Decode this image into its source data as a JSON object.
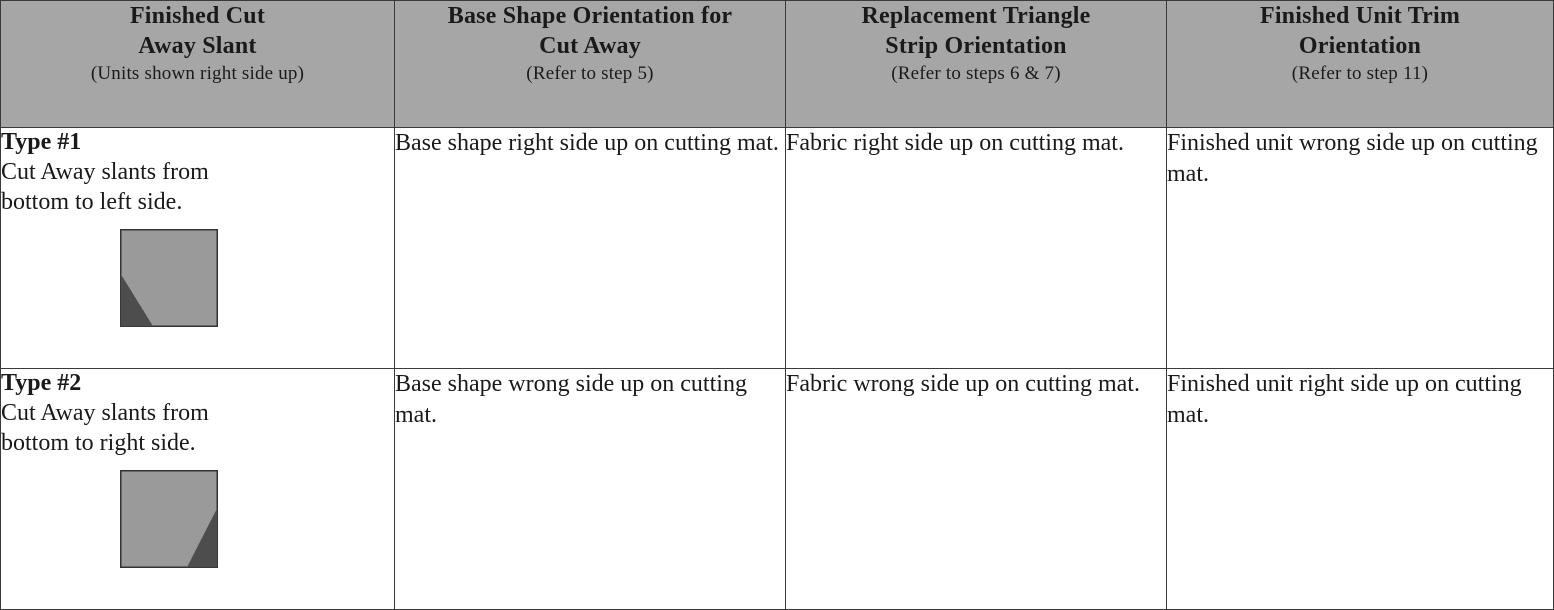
{
  "table": {
    "headers": [
      {
        "line1": "Finished Cut",
        "line2": "Away Slant",
        "note": "(Units shown right side up)"
      },
      {
        "line1": "Base Shape Orientation for",
        "line2": "Cut Away",
        "note": "(Refer to step 5)"
      },
      {
        "line1": "Replacement Triangle",
        "line2": "Strip Orientation",
        "note": "(Refer to steps 6 & 7)"
      },
      {
        "line1": "Finished Unit Trim",
        "line2": "Orientation",
        "note": "(Refer to step 11)"
      }
    ],
    "rows": [
      {
        "type_label": "Type #1",
        "type_desc": "Cut Away slants from bottom to left side.",
        "swatch_slant": "bottom-left",
        "base_shape": "Base shape right side up on cutting mat.",
        "replacement_strip": "Fabric right side up on cutting mat.",
        "finished_trim": "Finished unit wrong side up on cutting mat."
      },
      {
        "type_label": "Type #2",
        "type_desc": "Cut Away slants from bottom to right side.",
        "swatch_slant": "bottom-right",
        "base_shape": "Base shape wrong side up on cutting mat.",
        "replacement_strip": "Fabric wrong side up on cutting mat.",
        "finished_trim": "Finished unit right side up on cutting mat."
      }
    ]
  },
  "colors": {
    "header_bg": "#a6a6a6",
    "grid_line": "#3a3a3a",
    "swatch_base": "#9a9a9a",
    "swatch_cutaway": "#4d4d4d",
    "swatch_border": "#333333"
  }
}
